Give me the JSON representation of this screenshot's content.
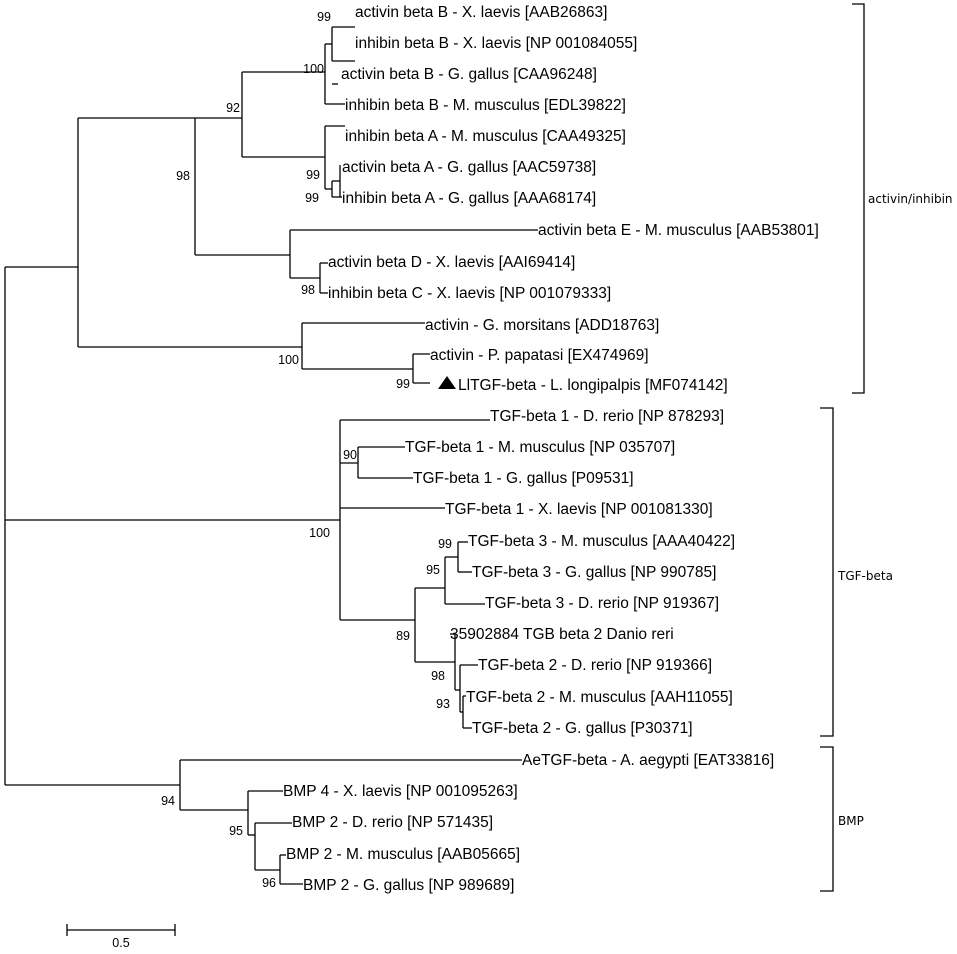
{
  "tree": {
    "leaves": [
      "activin beta B - X. laevis [AAB26863]",
      "inhibin beta B - X. laevis [NP 001084055]",
      "activin beta B - G. gallus [CAA96248]",
      "inhibin beta B - M. musculus [EDL39822]",
      "inhibin beta A - M. musculus [CAA49325]",
      "activin beta A - G. gallus [AAC59738]",
      "inhibin beta A - G. gallus [AAA68174]",
      "activin beta E - M. musculus [AAB53801]",
      "activin beta D - X. laevis [AAI69414]",
      "inhibin beta C - X. laevis [NP 001079333]",
      "activin - G. morsitans [ADD18763]",
      "activin - P. papatasi [EX474969]",
      "LlTGF-beta - L. longipalpis [MF074142]",
      "TGF-beta 1 - D. rerio [NP 878293]",
      "TGF-beta 1 - M. musculus [NP 035707]",
      "TGF-beta 1 - G. gallus [P09531]",
      "TGF-beta 1 - X. laevis [NP 001081330]",
      "TGF-beta 3 - M. musculus [AAA40422]",
      "TGF-beta 3 - G. gallus [NP 990785]",
      "TGF-beta 3 - D. rerio [NP 919367]",
      "35902884 TGB beta 2 Danio reri",
      "TGF-beta 2 - D. rerio [NP 919366]",
      "TGF-beta 2 - M. musculus [AAH11055]",
      "TGF-beta 2 - G. gallus [P30371]",
      "AeTGF-beta - A. aegypti [EAT33816]",
      "BMP 4 - X. laevis [NP 001095263]",
      "BMP 2 - D. rerio [NP 571435]",
      "BMP 2 - M. musculus [AAB05665]",
      "BMP 2 - G. gallus [NP 989689]"
    ],
    "bootstrap": [
      "99",
      "100",
      "92",
      "99",
      "99",
      "98",
      "98",
      "100",
      "99",
      "90",
      "100",
      "99",
      "95",
      "89",
      "98",
      "93",
      "94",
      "95",
      "96"
    ],
    "clades": [
      "activin/inhibin",
      "TGF-beta",
      "BMP"
    ],
    "highlight_marker": "triangle-marker",
    "scale_bar": {
      "label": "0.5"
    }
  }
}
